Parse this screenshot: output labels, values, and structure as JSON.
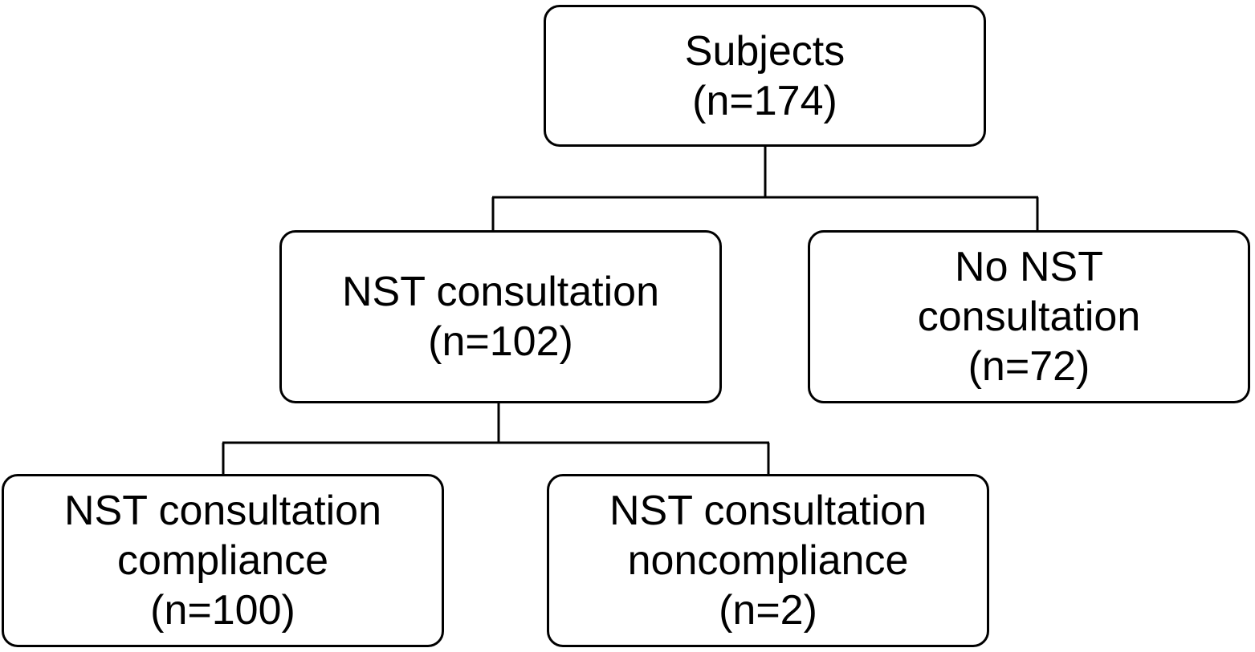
{
  "nodes": {
    "subjects": {
      "line1": "Subjects",
      "line2": "(n=174)"
    },
    "nst_consultation": {
      "line1": "NST consultation",
      "line2": "(n=102)"
    },
    "no_nst_consultation": {
      "line1": "No NST",
      "line2": "consultation",
      "line3": "(n=72)"
    },
    "compliance": {
      "line1": "NST consultation",
      "line2": "compliance",
      "line3": "(n=100)"
    },
    "noncompliance": {
      "line1": "NST consultation",
      "line2": "noncompliance",
      "line3": "(n=2)"
    }
  },
  "colors": {
    "stroke": "#000000",
    "background": "#ffffff",
    "text": "#000000"
  }
}
